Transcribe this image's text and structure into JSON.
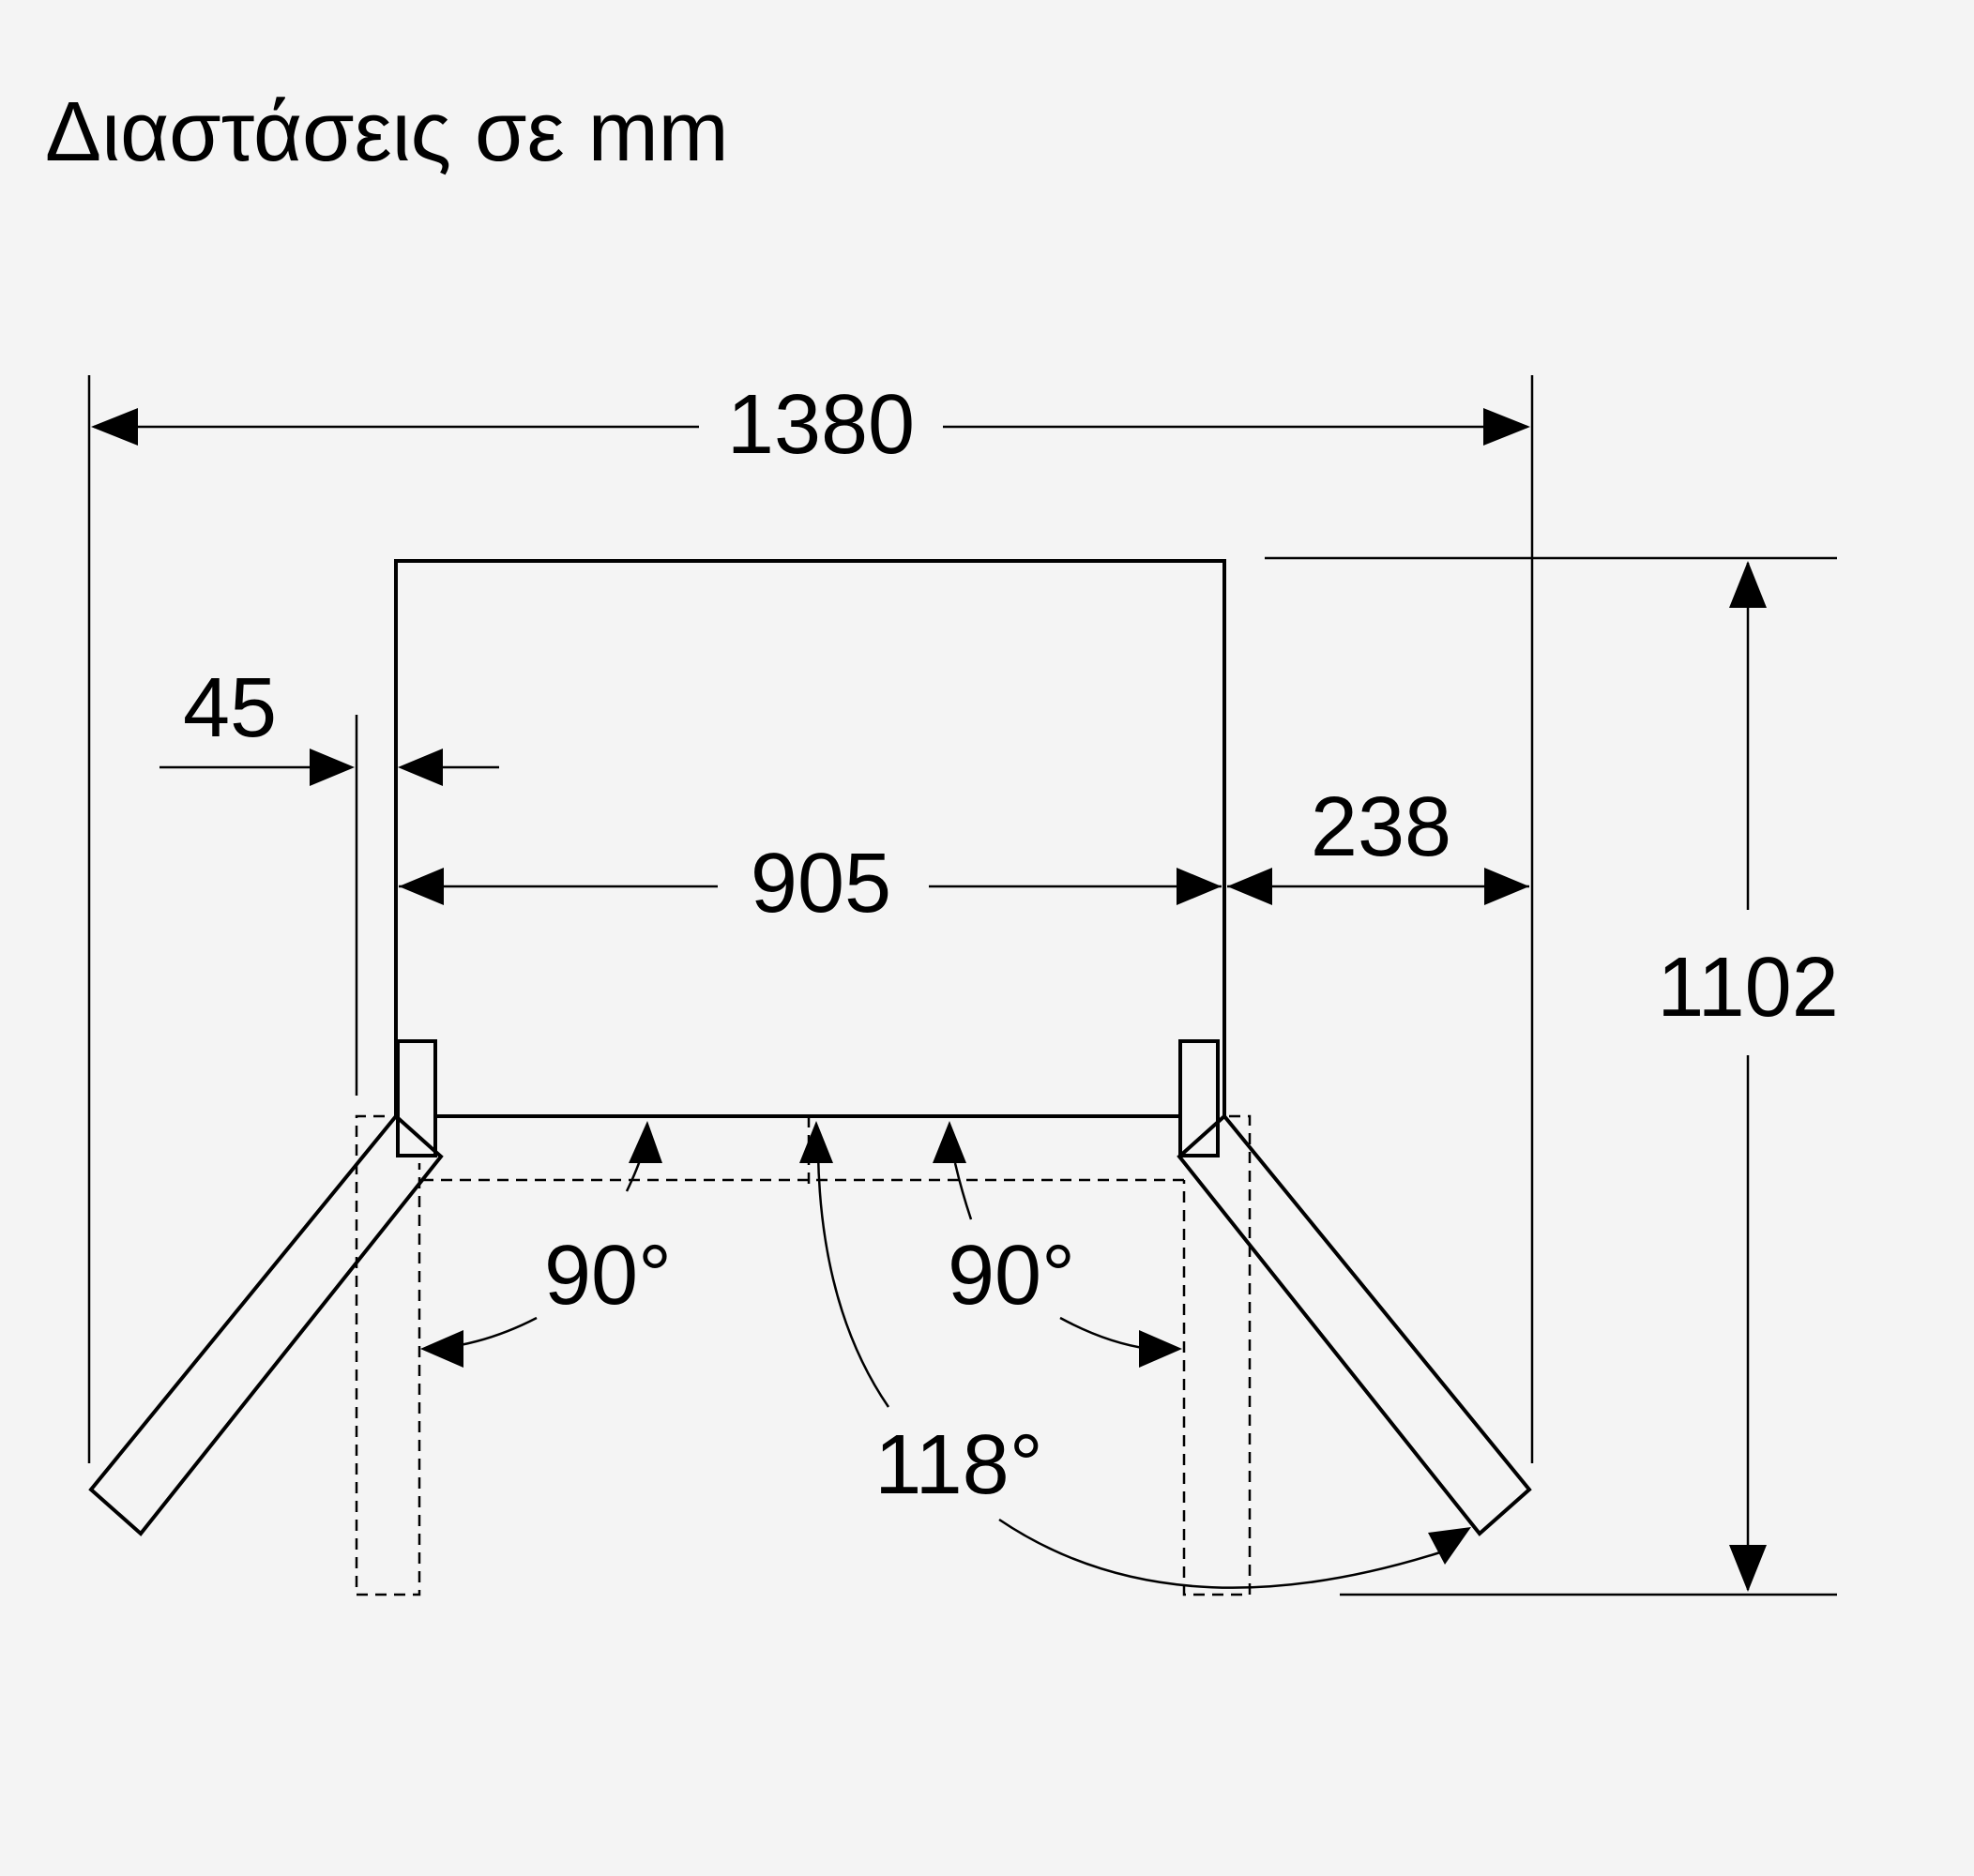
{
  "title": "Διαστάσεις σε mm",
  "dimensions": {
    "overall_width": "1380",
    "door_offset": "45",
    "cabinet_width": "905",
    "side_clearance": "238",
    "overall_depth": "1102",
    "left_door_angle": "90°",
    "right_door_angle": "90°",
    "max_door_angle": "118°"
  }
}
